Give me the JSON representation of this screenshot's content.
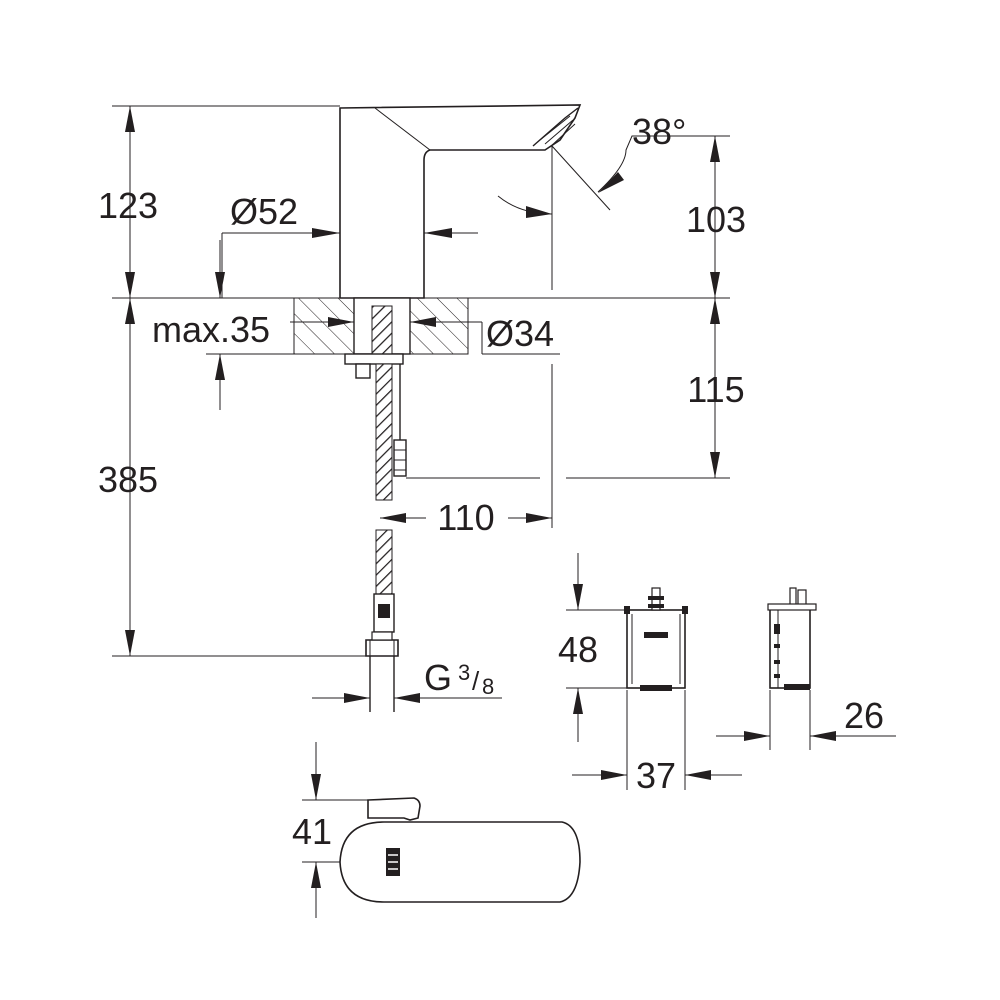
{
  "dimensions": {
    "spout_height": "123",
    "diameter_body": "Ø52",
    "spray_angle": "38°",
    "outlet_height": "103",
    "max_deck_thickness": "max.35",
    "hole_diameter": "Ø34",
    "below_deck": "115",
    "total_length": "385",
    "reach": "110",
    "connection_thread": "G",
    "connection_thread_fraction_num": "3",
    "connection_thread_fraction_den": "8",
    "box_height": "48",
    "box_width": "37",
    "box_depth": "26",
    "top_view_width": "41"
  }
}
